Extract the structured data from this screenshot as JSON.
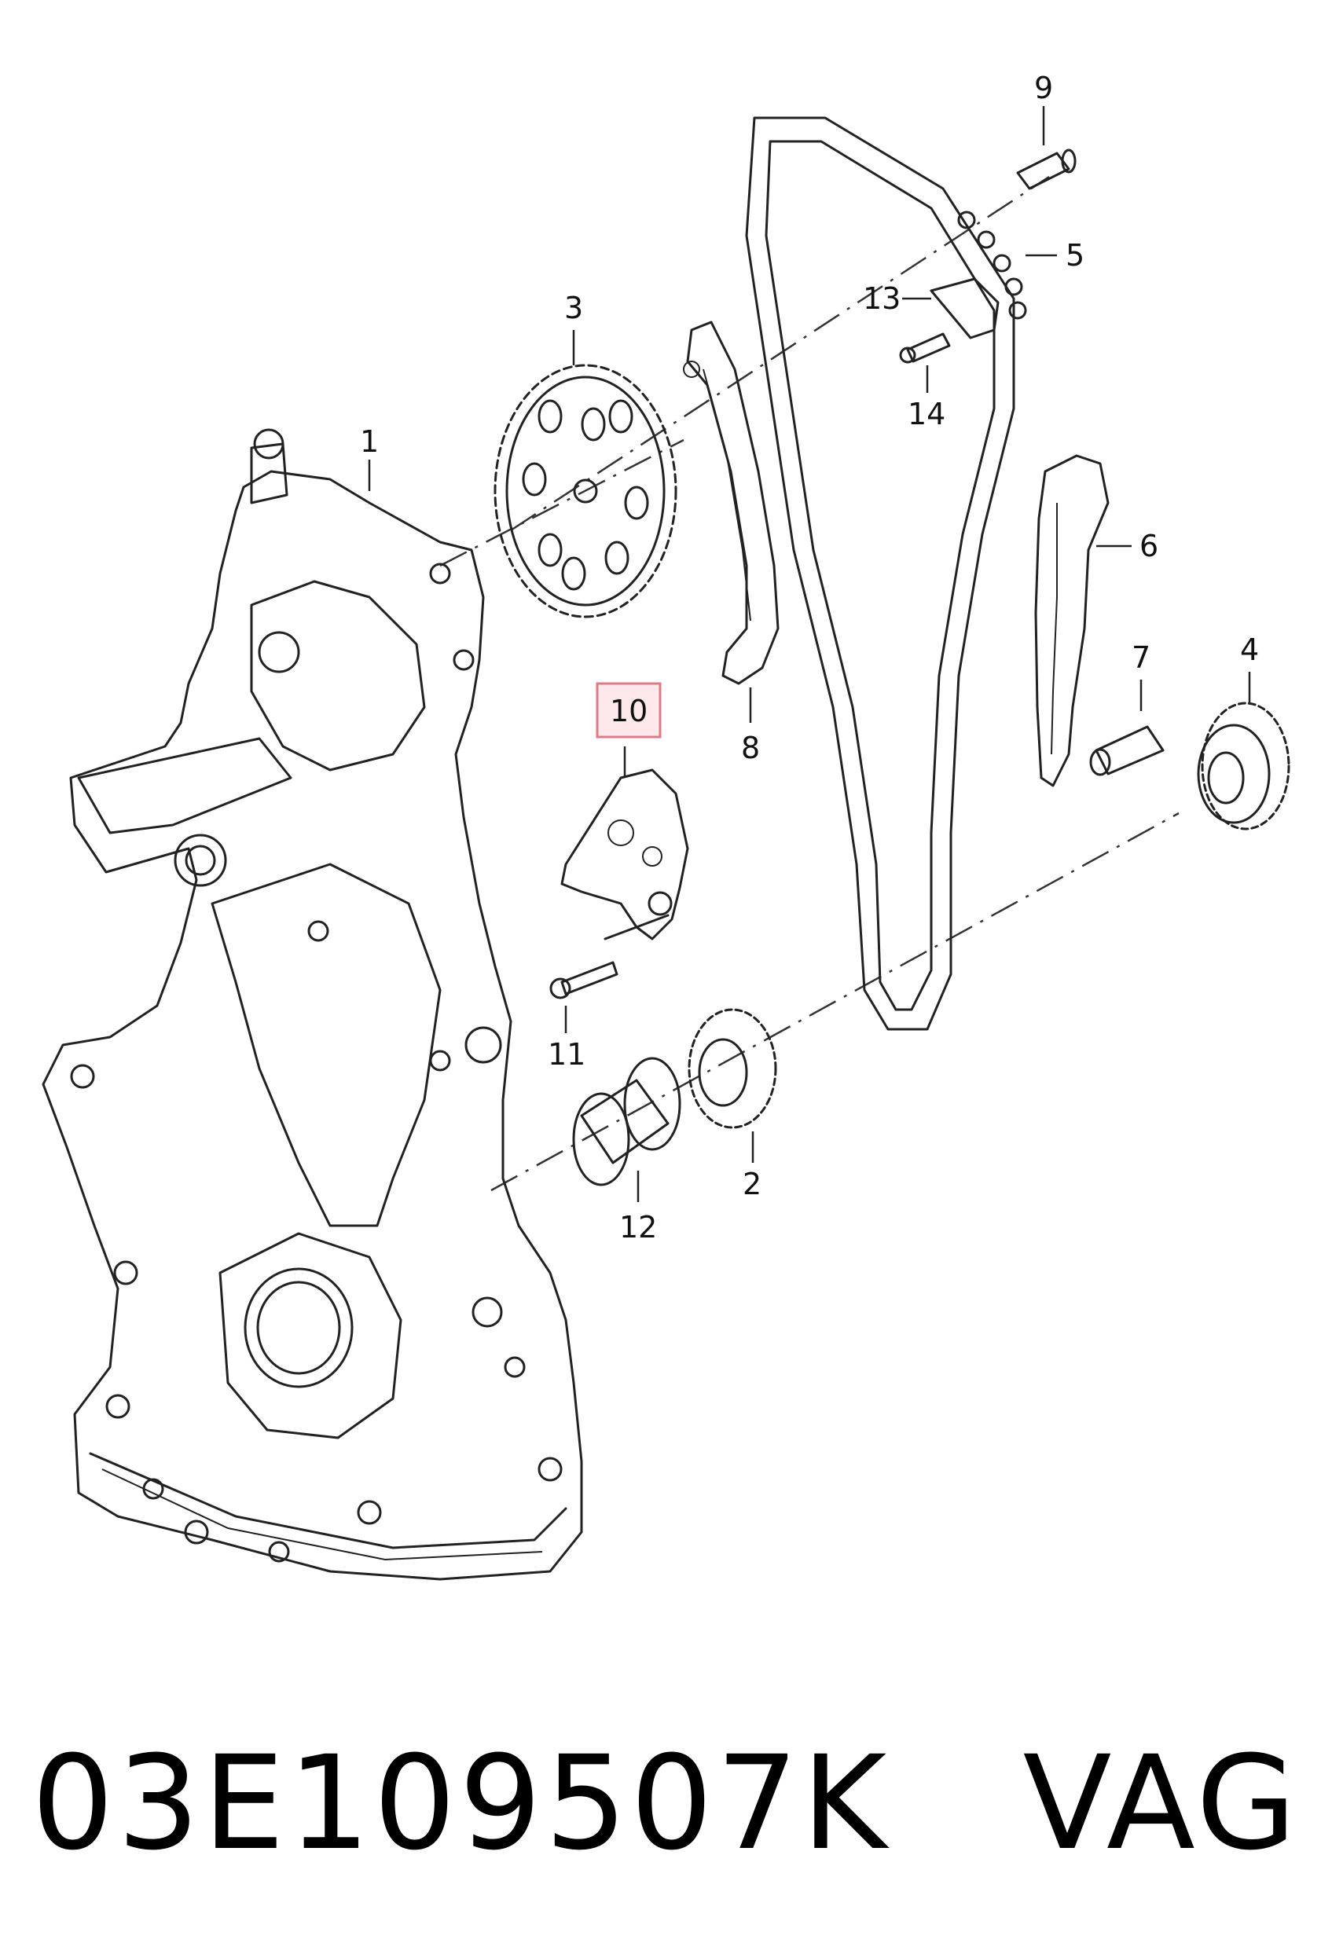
{
  "callouts": {
    "c1": "1",
    "c2": "2",
    "c3": "3",
    "c4": "4",
    "c5": "5",
    "c6": "6",
    "c7": "7",
    "c8": "8",
    "c9": "9",
    "c10": "10",
    "c11": "11",
    "c12": "12",
    "c13": "13",
    "c14": "14"
  },
  "highlight": {
    "callout": "10",
    "border_color": "#e07a8a",
    "fill_color": "#fde8ec"
  },
  "caption": {
    "part_number": "03E109507K",
    "brand": "VAG"
  }
}
